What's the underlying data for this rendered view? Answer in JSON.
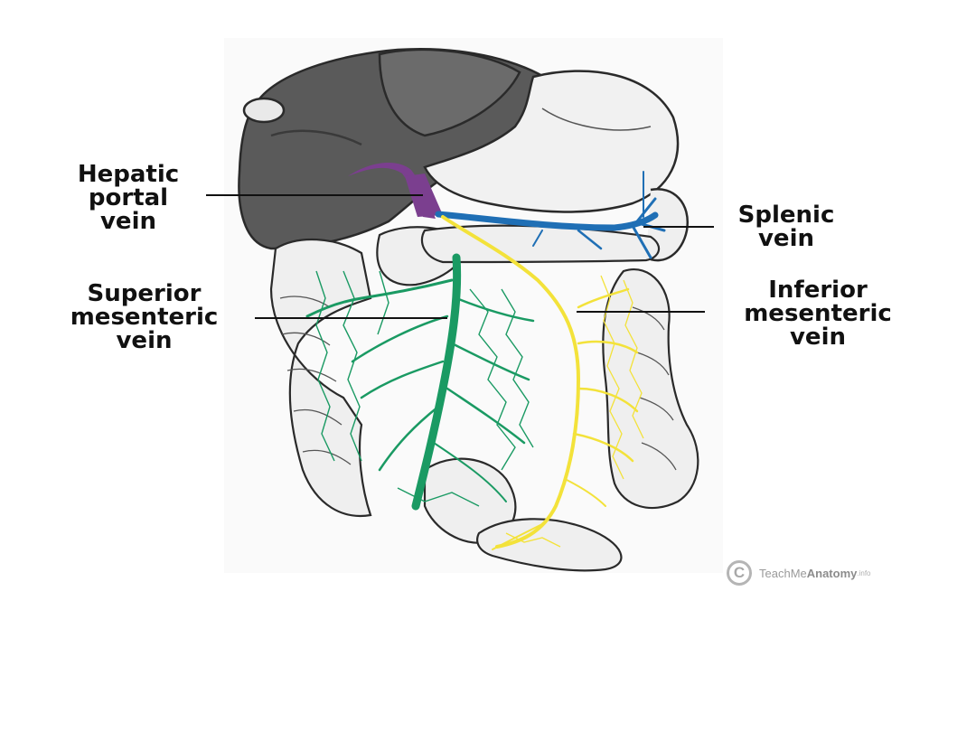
{
  "labels": {
    "hepatic_portal": [
      "Hepatic",
      "portal",
      "vein"
    ],
    "splenic": [
      "Splenic",
      "vein"
    ],
    "superior_mesenteric": [
      "Superior",
      "mesenteric",
      "vein"
    ],
    "inferior_mesenteric": [
      "Inferior",
      "mesenteric",
      "vein"
    ]
  },
  "watermark": {
    "symbol": "C",
    "text_plain": "TeachMe",
    "text_bold": "Anatomy",
    "suffix": ".info"
  },
  "colors": {
    "hepatic_portal": "#7b3f8f",
    "splenic": "#1f6fb5",
    "superior_mesenteric": "#1a9a63",
    "inferior_mesenteric": "#f3e23a",
    "organ_dark": "#5c5c5c",
    "organ_light": "#f1f1f1",
    "outline": "#2a2a2a"
  },
  "icons": {
    "watermark": "copyright-circle-icon"
  }
}
